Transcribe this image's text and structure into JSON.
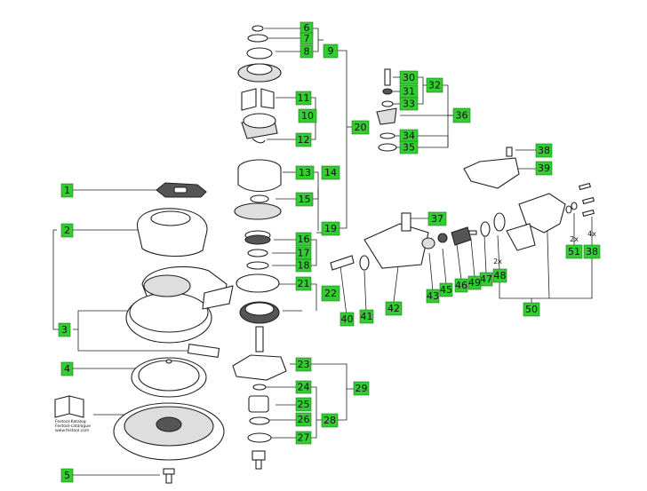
{
  "callouts": [
    {
      "id": "l1",
      "text": "1"
    },
    {
      "id": "l2",
      "text": "2"
    },
    {
      "id": "l3",
      "text": "3"
    },
    {
      "id": "l4",
      "text": "4"
    },
    {
      "id": "l5",
      "text": "5"
    },
    {
      "id": "l6",
      "text": "6"
    },
    {
      "id": "l7",
      "text": "7"
    },
    {
      "id": "l8",
      "text": "8"
    },
    {
      "id": "l9",
      "text": "9"
    },
    {
      "id": "l10",
      "text": "10"
    },
    {
      "id": "l11",
      "text": "11"
    },
    {
      "id": "l12",
      "text": "12"
    },
    {
      "id": "l13",
      "text": "13"
    },
    {
      "id": "l14",
      "text": "14"
    },
    {
      "id": "l15",
      "text": "15"
    },
    {
      "id": "l16",
      "text": "16"
    },
    {
      "id": "l17",
      "text": "17"
    },
    {
      "id": "l18",
      "text": "18"
    },
    {
      "id": "l19",
      "text": "19"
    },
    {
      "id": "l20",
      "text": "20"
    },
    {
      "id": "l21",
      "text": "21"
    },
    {
      "id": "l22",
      "text": "22"
    },
    {
      "id": "l23",
      "text": "23"
    },
    {
      "id": "l24",
      "text": "24"
    },
    {
      "id": "l25",
      "text": "25"
    },
    {
      "id": "l26",
      "text": "26"
    },
    {
      "id": "l27",
      "text": "27"
    },
    {
      "id": "l28",
      "text": "28"
    },
    {
      "id": "l29",
      "text": "29"
    },
    {
      "id": "l30",
      "text": "30"
    },
    {
      "id": "l31",
      "text": "31"
    },
    {
      "id": "l32",
      "text": "32"
    },
    {
      "id": "l33",
      "text": "33"
    },
    {
      "id": "l34",
      "text": "34"
    },
    {
      "id": "l35",
      "text": "35"
    },
    {
      "id": "l36",
      "text": "36"
    },
    {
      "id": "l37",
      "text": "37"
    },
    {
      "id": "l38a",
      "text": "38"
    },
    {
      "id": "l39",
      "text": "39"
    },
    {
      "id": "l40",
      "text": "40"
    },
    {
      "id": "l41",
      "text": "41"
    },
    {
      "id": "l42",
      "text": "42"
    },
    {
      "id": "l43",
      "text": "43"
    },
    {
      "id": "l45",
      "text": "45"
    },
    {
      "id": "l46",
      "text": "46"
    },
    {
      "id": "l47",
      "text": "47"
    },
    {
      "id": "l48",
      "text": "48"
    },
    {
      "id": "l49",
      "text": "49"
    },
    {
      "id": "l50",
      "text": "50"
    },
    {
      "id": "l51",
      "text": "51"
    },
    {
      "id": "l38b",
      "text": "38"
    }
  ],
  "quantity_notes": {
    "q48": "2x",
    "q51": "2x",
    "q38": "4x"
  },
  "catalogue": {
    "line1": "Festool-Katalog",
    "line2": "Festool-catalogue",
    "line3": "www.festool.com"
  },
  "colors": {
    "callout_fill": "#33cc33",
    "line": "#222222"
  }
}
